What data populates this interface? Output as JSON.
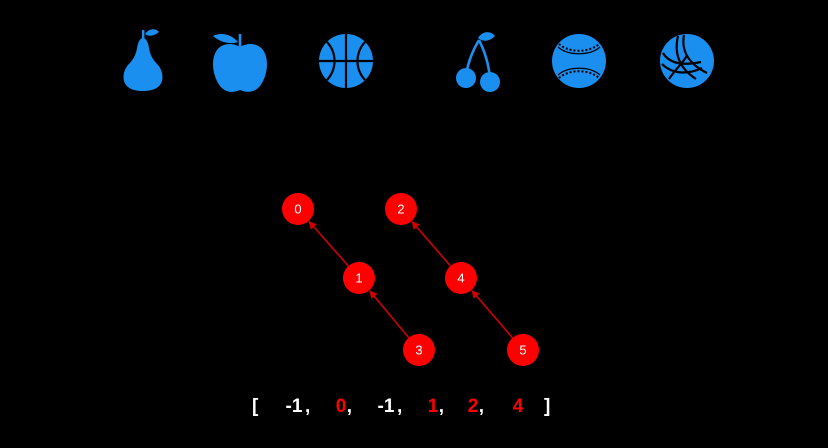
{
  "icons": [
    {
      "name": "pear-icon"
    },
    {
      "name": "apple-icon"
    },
    {
      "name": "basketball-icon"
    },
    {
      "name": "cherries-icon"
    },
    {
      "name": "baseball-icon"
    },
    {
      "name": "volleyball-icon"
    }
  ],
  "colors": {
    "background": "#000000",
    "icon": "#1a8ff0",
    "node": "#ff0000",
    "node_text": "#ffffff",
    "edge": "#d00000",
    "array_default": "#ffffff",
    "array_highlight": "#ff0000"
  },
  "tree": {
    "nodes": [
      {
        "id": "n0",
        "label": "0"
      },
      {
        "id": "n1",
        "label": "1"
      },
      {
        "id": "n2",
        "label": "2"
      },
      {
        "id": "n3",
        "label": "3"
      },
      {
        "id": "n4",
        "label": "4"
      },
      {
        "id": "n5",
        "label": "5"
      }
    ],
    "edges": [
      {
        "from": "n1",
        "to": "n0"
      },
      {
        "from": "n3",
        "to": "n1"
      },
      {
        "from": "n4",
        "to": "n2"
      },
      {
        "from": "n5",
        "to": "n4"
      }
    ]
  },
  "array": {
    "open": "[",
    "close": "]",
    "separator": ",",
    "items": [
      {
        "value": "-1",
        "highlight": false
      },
      {
        "value": "0",
        "highlight": true
      },
      {
        "value": "-1",
        "highlight": false
      },
      {
        "value": "1",
        "highlight": true
      },
      {
        "value": "2",
        "highlight": true
      },
      {
        "value": "4",
        "highlight": true
      }
    ]
  }
}
